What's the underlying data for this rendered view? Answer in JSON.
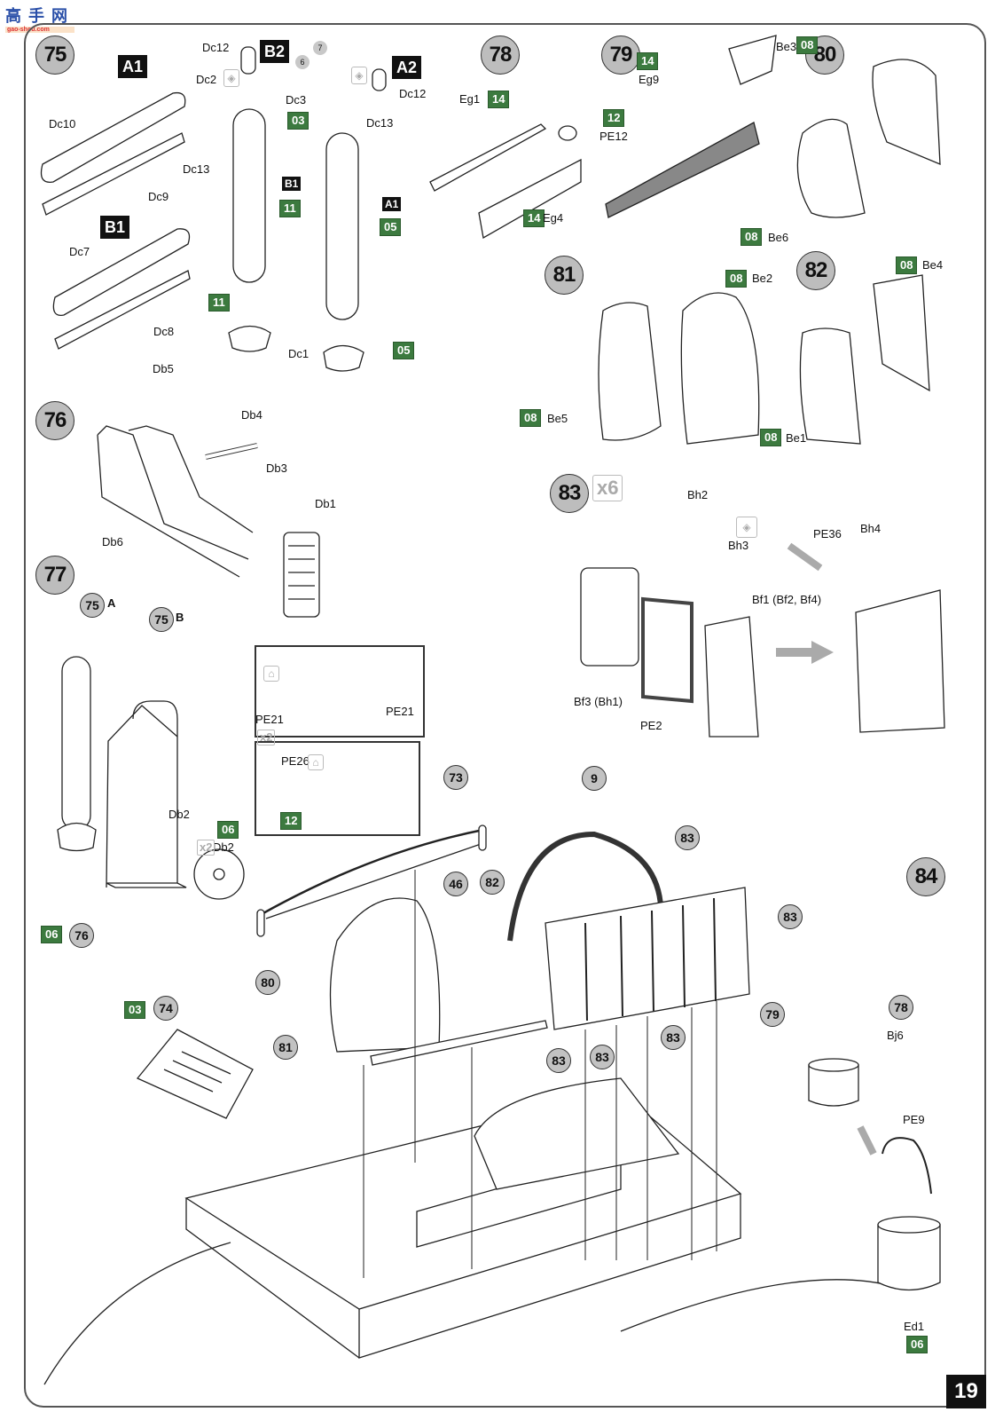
{
  "logo": {
    "text": "高手网",
    "url_text": "gao-shou.com"
  },
  "page_number": "19",
  "colors": {
    "paint_box": "#3c7a3f",
    "step_circle": "#bdbdbd",
    "variant_box": "#111111"
  },
  "steps": {
    "s75": {
      "number": "75",
      "variants": [
        "A1",
        "B1",
        "B2",
        "A2"
      ],
      "parts": [
        "Dc10",
        "Dc9",
        "Dc7",
        "Dc8",
        "Dc12",
        "Dc2",
        "Dc13",
        "Dc3",
        "Dc13",
        "Dc12",
        "Dc1"
      ],
      "paints": [
        "03",
        "11",
        "11",
        "05",
        "05"
      ],
      "refs": [
        "6",
        "7"
      ],
      "subvariants": [
        "B1",
        "A1"
      ]
    },
    "s76": {
      "number": "76",
      "parts": [
        "Db5",
        "Db4",
        "Db3",
        "Db1",
        "Db6"
      ]
    },
    "s77": {
      "number": "77",
      "refs": [
        "75",
        "75",
        "76"
      ],
      "ref_suffixes": [
        "A",
        "B"
      ],
      "parts": [
        "PE21",
        "PE21",
        "PE26",
        "Db2",
        "Db2"
      ],
      "paints": [
        "12",
        "06",
        "06"
      ],
      "multipliers": [
        "x2",
        "x2"
      ]
    },
    "s78": {
      "number": "78",
      "parts": [
        "Eg1",
        "Eg4"
      ],
      "paints": [
        "14",
        "14"
      ]
    },
    "s79": {
      "number": "79",
      "parts": [
        "Eg9",
        "PE12"
      ],
      "paints": [
        "14",
        "12"
      ]
    },
    "s80": {
      "number": "80",
      "parts": [
        "Be3",
        "Be6"
      ],
      "paints": [
        "08",
        "08"
      ]
    },
    "s81": {
      "number": "81",
      "parts": [
        "Be2",
        "Be5"
      ],
      "paints": [
        "08",
        "08"
      ]
    },
    "s82": {
      "number": "82",
      "parts": [
        "Be4",
        "Be1"
      ],
      "paints": [
        "08",
        "08"
      ]
    },
    "s83": {
      "number": "83",
      "multiplier": "x6",
      "parts": [
        "Bh2",
        "Bh3",
        "PE36",
        "Bh4",
        "Bf1 (Bf2, Bf4)",
        "Bf3 (Bh1)",
        "PE2"
      ]
    },
    "s84": {
      "number": "84",
      "refs": [
        "73",
        "9",
        "46",
        "82",
        "83",
        "83",
        "80",
        "81",
        "74",
        "83",
        "83",
        "83",
        "83",
        "79",
        "78"
      ],
      "parts": [
        "Bj6",
        "PE9",
        "Ed1"
      ],
      "paints": [
        "03",
        "06"
      ]
    }
  }
}
